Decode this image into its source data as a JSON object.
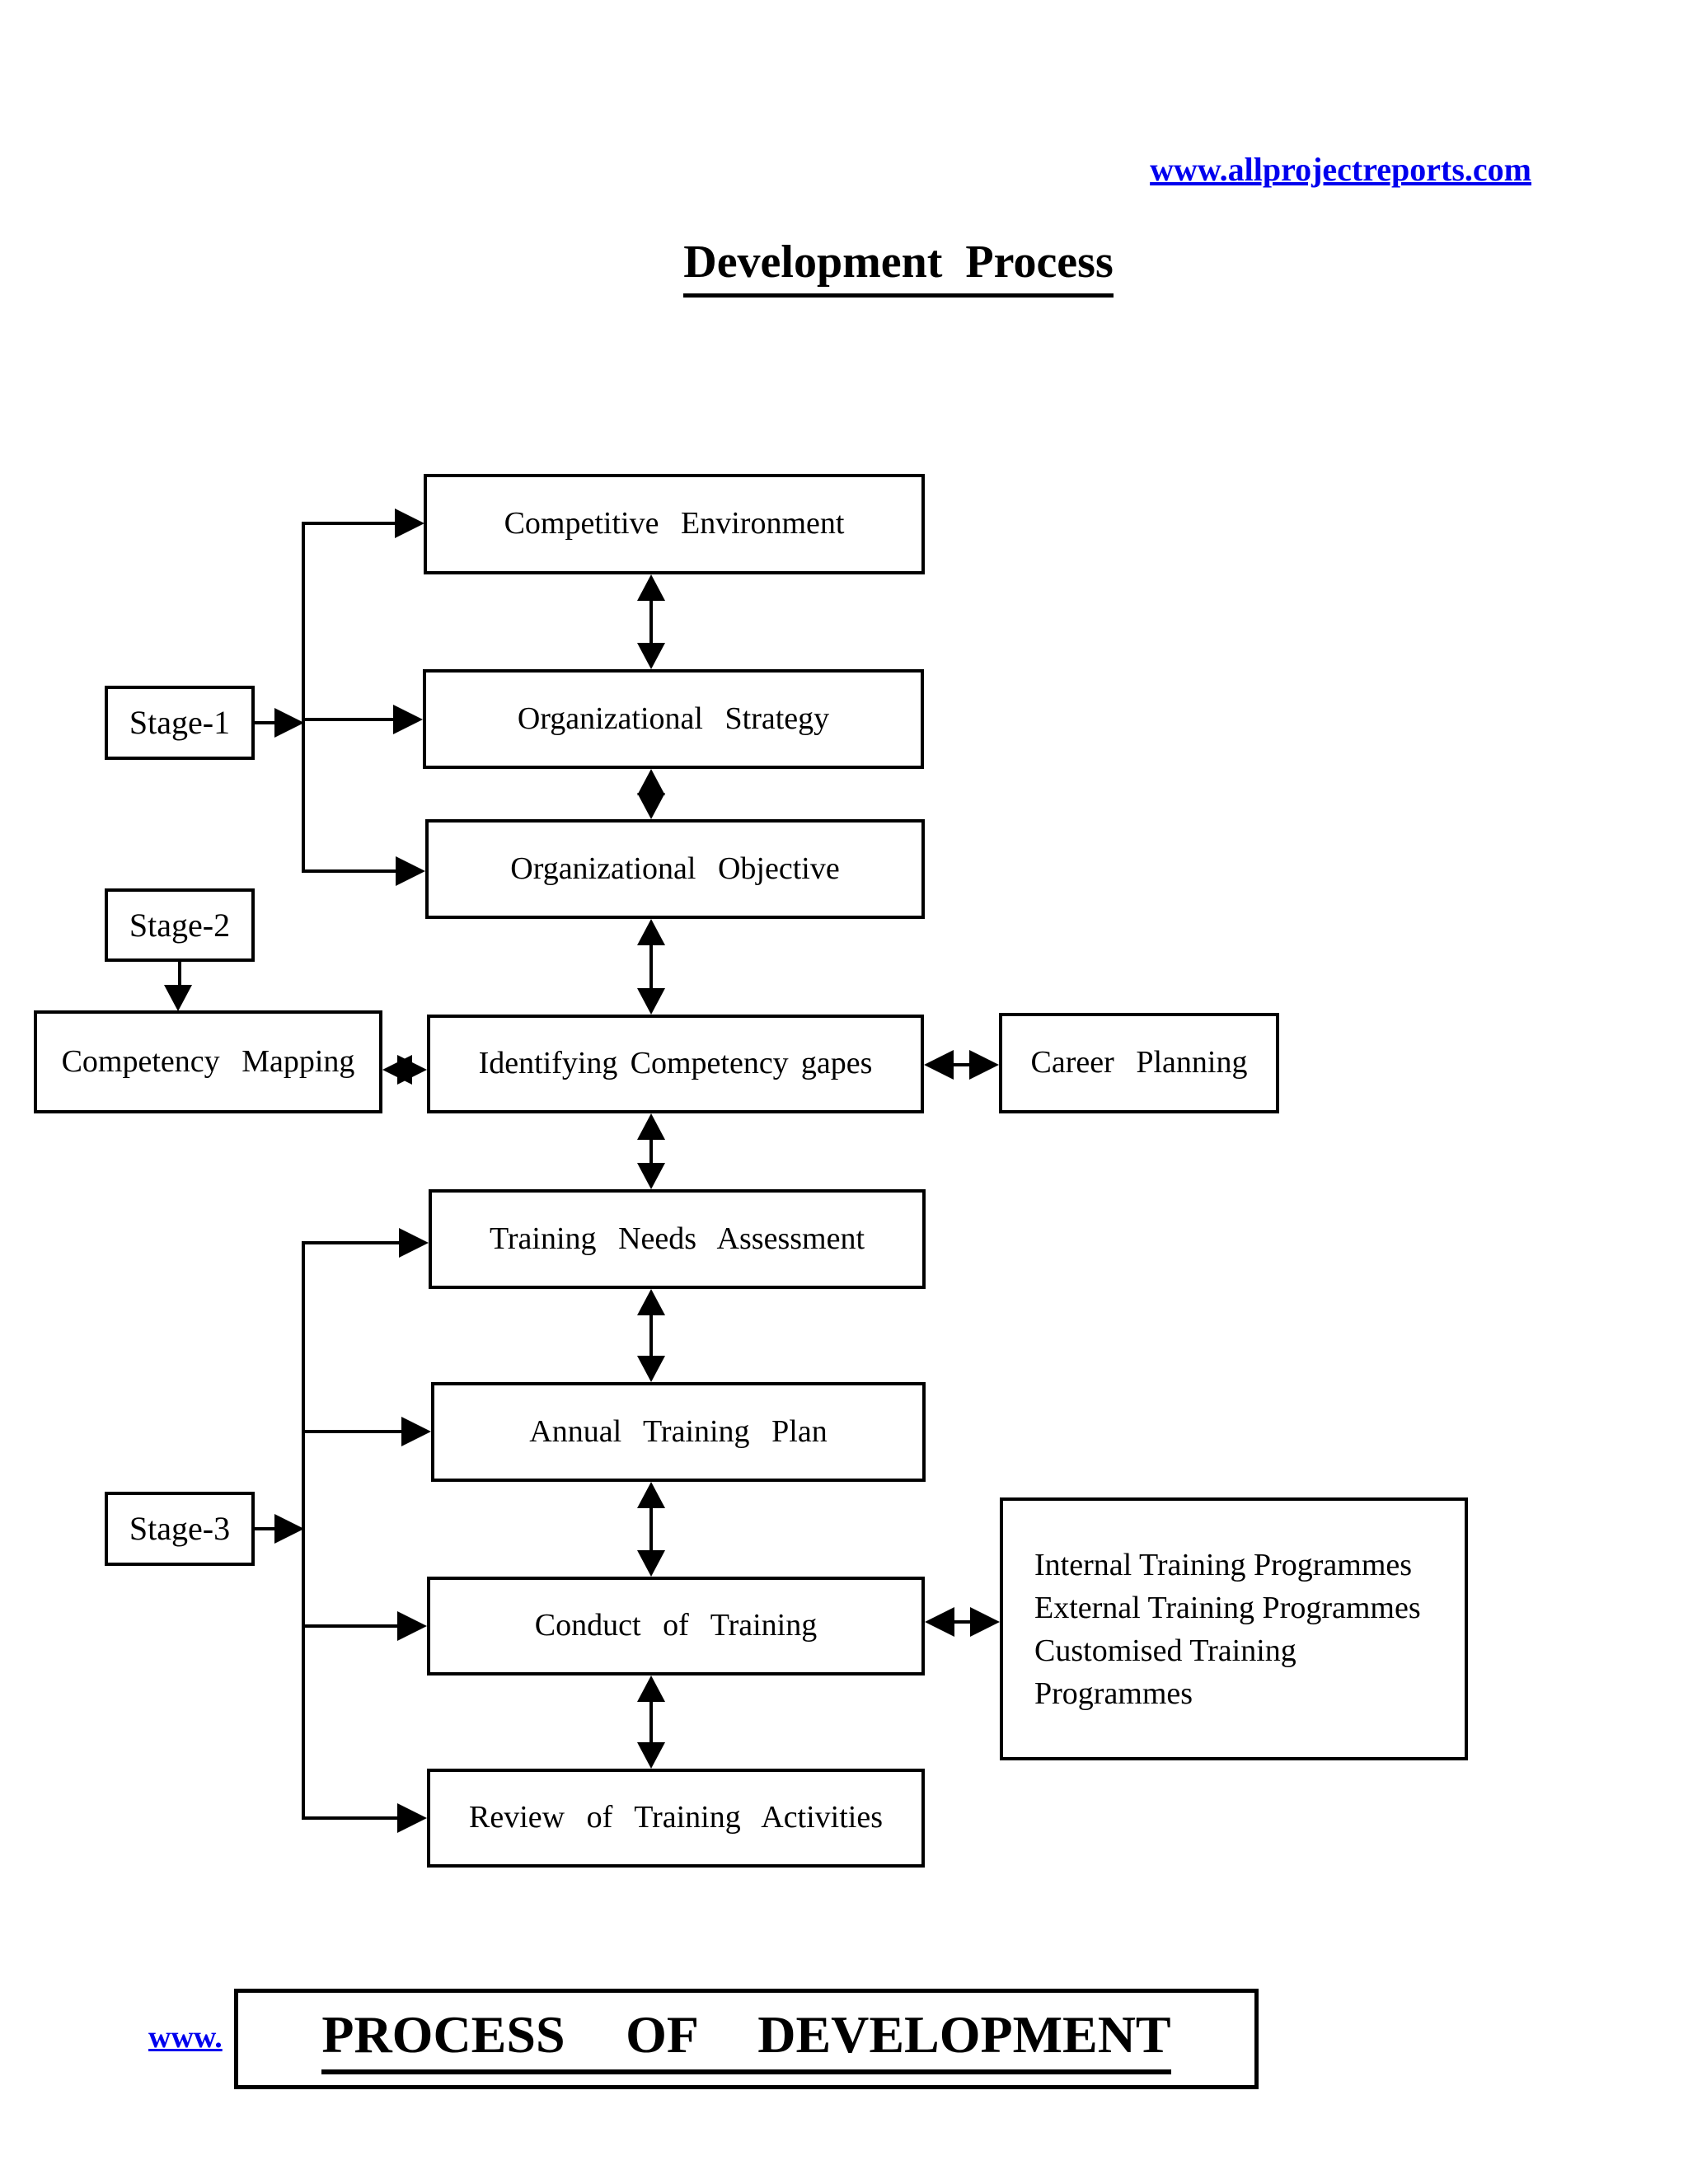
{
  "header": {
    "website_link": "www.allprojectreports.com",
    "title": "Development Process"
  },
  "colors": {
    "link_blue": "#0000EE",
    "diagram_ink": "#000000",
    "background": "#FFFFFF"
  },
  "flowchart": {
    "stage1": "Stage-1",
    "stage2": "Stage-2",
    "stage3": "Stage-3",
    "competitive_environment": "Competitive Environment",
    "organizational_strategy": "Organizational Strategy",
    "organizational_objective": "Organizational Objective",
    "competency_mapping": "Competency Mapping",
    "identifying_competency_gapes": "Identifying Competency gapes",
    "career_planning": "Career Planning",
    "training_needs_assessment": "Training Needs Assessment",
    "annual_training_plan": "Annual Training Plan",
    "conduct_of_training": "Conduct of Training",
    "training_programmes": [
      "Internal Training Programmes",
      "External Training Programmes",
      "Customised Training",
      "Programmes"
    ],
    "review_of_training_activities": "Review of Training Activities"
  },
  "footer": {
    "partial_link": "www.",
    "banner": "PROCESS  OF  DEVELOPMENT"
  }
}
